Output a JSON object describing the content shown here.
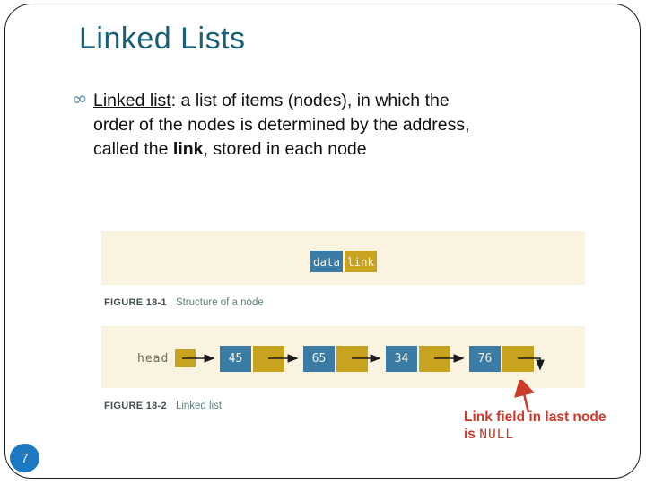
{
  "title": "Linked Lists",
  "bullet": {
    "glyph": "∞",
    "line1_underlined": "Linked list",
    "line1_rest": ": a list of items (nodes), in which the",
    "line2": "order of the nodes is determined by the address,",
    "line3_pre": "called the ",
    "line3_bold": "link",
    "line3_post": ", stored in each node"
  },
  "figure1": {
    "caption_label": "FIGURE 18-1",
    "caption_text": "Structure of a node",
    "data_label": "data",
    "link_label": "link"
  },
  "figure2": {
    "caption_label": "FIGURE 18-2",
    "caption_text": "Linked list",
    "head_label": "head",
    "nodes": [
      "45",
      "65",
      "34",
      "76"
    ]
  },
  "annotation": {
    "line1": "Link field in last node",
    "line2_prefix": "is ",
    "line2_code": "NULL"
  },
  "page_number": "7",
  "colors": {
    "title_teal": "#186077",
    "node_blue": "#3a7ca5",
    "node_gold": "#c8a31f",
    "panel_cream": "#faf3df",
    "annotation_red": "#cc3a28",
    "page_bubble_blue": "#1d7ac2"
  }
}
